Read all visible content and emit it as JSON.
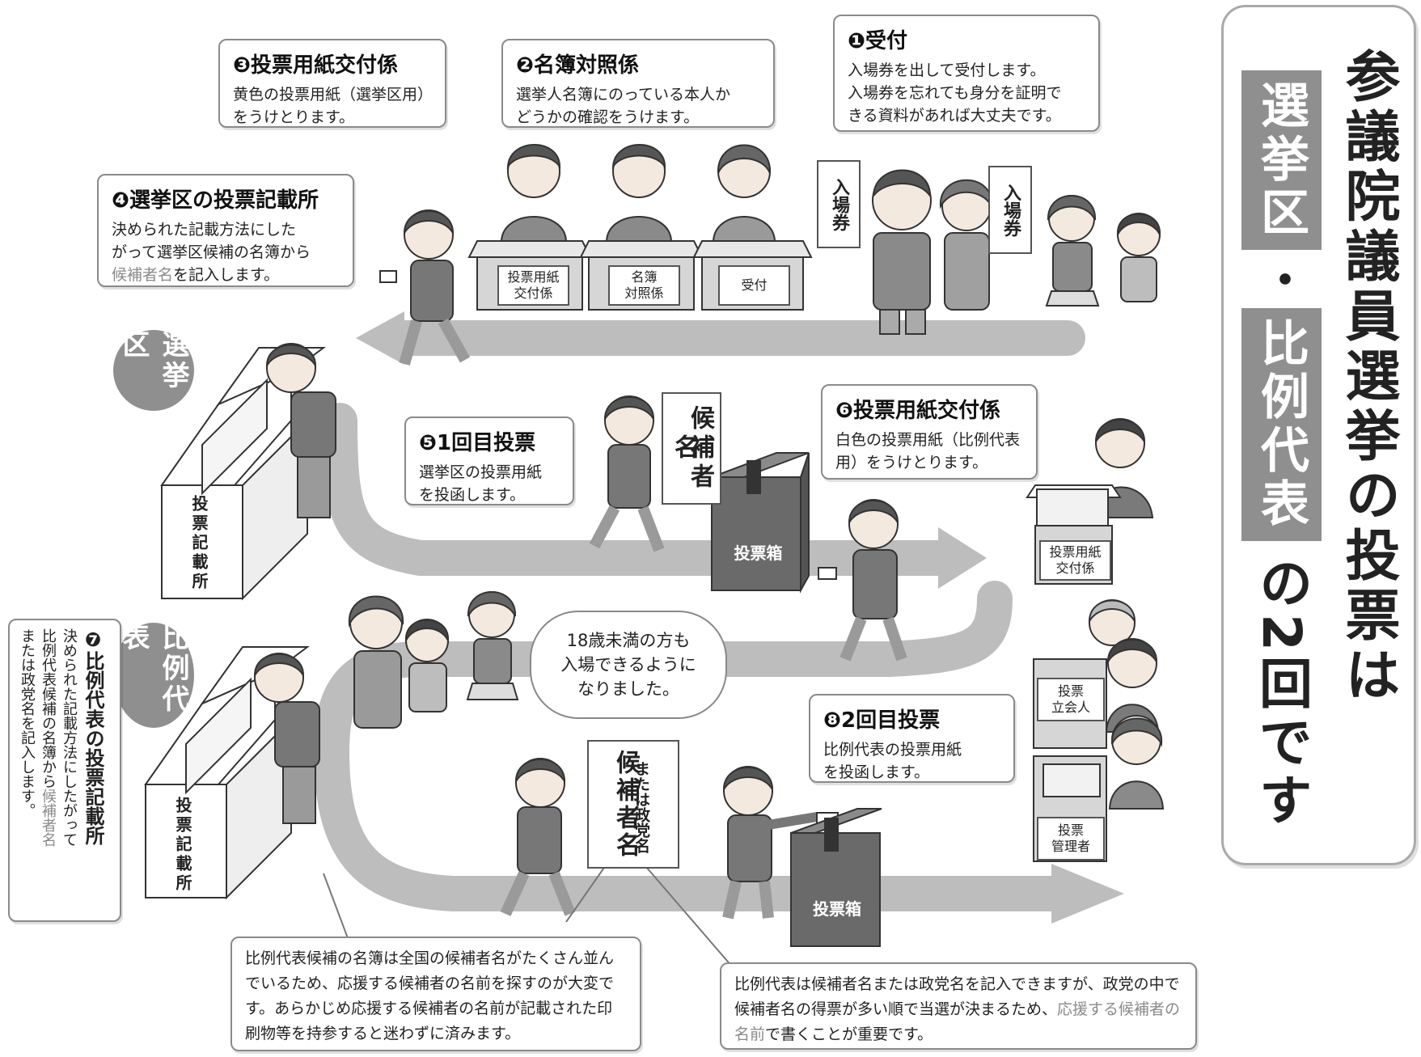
{
  "title": {
    "line1": "参議院議員選挙の投票は",
    "tag1": "選挙区",
    "dot": "・",
    "tag2": "比例代表",
    "line2": "の2回です"
  },
  "steps": {
    "s1": {
      "title": "❶受付",
      "lines": [
        "入場券を出して受付します。",
        "入場券を忘れても身分を証明で",
        "きる資料があれば大丈夫です。"
      ]
    },
    "s2": {
      "title": "❷名簿対照係",
      "lines": [
        "選挙人名簿にのっている本人か",
        "どうかの確認をうけます。"
      ]
    },
    "s3": {
      "title": "❸投票用紙交付係",
      "lines": [
        "黄色の投票用紙（選挙区用）",
        "をうけとります。"
      ]
    },
    "s4": {
      "title": "❹選挙区の投票記載所",
      "lines": [
        "決められた記載方法にした",
        "がって選挙区候補の名簿から"
      ],
      "hl": "候補者名",
      "tail": "を記入します。"
    },
    "s5": {
      "title": "❺1回目投票",
      "lines": [
        "選挙区の投票用紙",
        "を投函します。"
      ]
    },
    "s6": {
      "title": "❻投票用紙交付係",
      "lines": [
        "白色の投票用紙（比例代表",
        "用）をうけとります。"
      ]
    },
    "s7": {
      "title": "❼比例代表の投票記載所",
      "lines": [
        "決められた記載方法にしたがって",
        "比例代表候補の名簿から"
      ],
      "hl": "候補者名",
      "tail": "または政党名を記入します。"
    },
    "s8": {
      "title": "❽2回目投票",
      "lines": [
        "比例代表の投票用紙",
        "を投函します。"
      ]
    }
  },
  "desk_labels": {
    "d1": "投票用紙\n交付係",
    "d2": "名簿\n対照係",
    "d3": "受付",
    "d4": "投票用紙\n交付係",
    "d5": "投票\n立会人",
    "d6": "投票\n管理者"
  },
  "booth_label": "投票記載所",
  "box_label": "投票箱",
  "ticket": "入場券",
  "sign1": "候補者名",
  "sign2_a": "候補者名",
  "sign2_b": "または政党名",
  "round1": "選挙区",
  "round2": "比例代表",
  "cloud": "18歳未満の方も\n入場できるように\nなりました。",
  "note1": "比例代表候補の名簿は全国の候補者名がたくさん並んでいるため、応援する候補者の名前を探すのが大変です。あらかじめ応援する候補者の名前が記載された印刷物等を持参すると迷わずに済みます。",
  "note2_a": "比例代表は候補者名または政党名を記入できますが、政党の中で候補者名の得票が多い順で当選が決まるため、",
  "note2_hl": "応援する候補者の名前",
  "note2_b": "で書くことが重要です。",
  "colors": {
    "arrow": "#b8b8b8",
    "tag": "#8f8f8f",
    "booth_fill": "#ffffff",
    "box": "#5a5a5a"
  }
}
